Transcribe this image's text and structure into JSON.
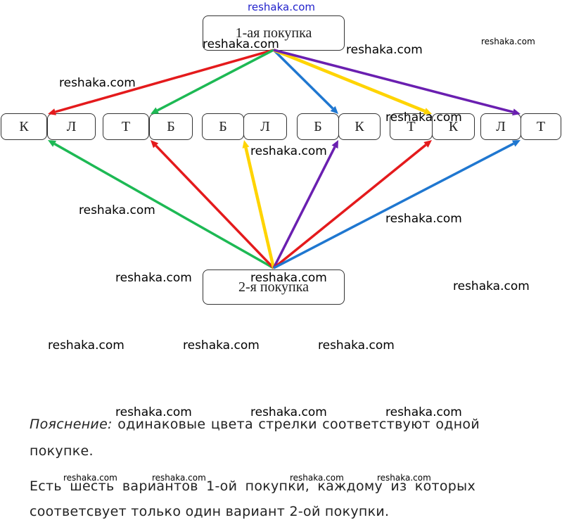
{
  "header_watermark": "reshaka.com",
  "purchase_1": {
    "label": "1-ая покупка"
  },
  "purchase_2": {
    "label": "2-я покупка"
  },
  "pairs": [
    {
      "left": "К",
      "right": "Л"
    },
    {
      "left": "Т",
      "right": "Б"
    },
    {
      "left": "Б",
      "right": "Л"
    },
    {
      "left": "Б",
      "right": "К"
    },
    {
      "left": "Т",
      "right": "К"
    },
    {
      "left": "Л",
      "right": "Т"
    }
  ],
  "arrows_from_purchase_1": [
    {
      "to_pair": 0,
      "to_item": "left",
      "color": "#e41a1c",
      "color_name": "red"
    },
    {
      "to_pair": 1,
      "to_item": "left",
      "color": "#1db954",
      "color_name": "green"
    },
    {
      "to_pair": 3,
      "to_item": "left",
      "color": "#1f77d0",
      "color_name": "blue"
    },
    {
      "to_pair": 4,
      "to_item": "left",
      "color": "#ffd400",
      "color_name": "yellow"
    },
    {
      "to_pair": 5,
      "to_item": "left",
      "color": "#6a1fb0",
      "color_name": "purple"
    }
  ],
  "arrows_from_purchase_2": [
    {
      "to_pair": 0,
      "to_item": "right",
      "color": "#1db954",
      "color_name": "green"
    },
    {
      "to_pair": 1,
      "to_item": "right",
      "color": "#e41a1c",
      "color_name": "red"
    },
    {
      "to_pair": 2,
      "to_item": "right",
      "color": "#ffd400",
      "color_name": "yellow"
    },
    {
      "to_pair": 3,
      "to_item": "right",
      "color": "#6a1fb0",
      "color_name": "purple"
    },
    {
      "to_pair": 4,
      "to_item": "right",
      "color": "#e41a1c",
      "color_name": "red"
    },
    {
      "to_pair": 5,
      "to_item": "right",
      "color": "#1f77d0",
      "color_name": "blue"
    }
  ],
  "explanation": {
    "label": "Пояснение:",
    "line1": "одинаковые цвета стрелки соответствуют одной",
    "line2": "покупке.",
    "line3": "Есть шесть вариантов 1-ой покупки, каждому из которых",
    "line4": "соответсвует только один вариант 2-ой покупки."
  },
  "watermarks": [
    "reshaka.com",
    "reshaka.com",
    "reshaka.com",
    "reshaka.com",
    "reshaka.com",
    "reshaka.com",
    "reshaka.com",
    "reshaka.com",
    "reshaka.com",
    "reshaka.com",
    "reshaka.com",
    "reshaka.com",
    "reshaka.com",
    "reshaka.com",
    "reshaka.com",
    "reshaka.com",
    "reshaka.com",
    "reshaka.com",
    "reshaka.com",
    "reshaka.com",
    "reshaka.com"
  ]
}
